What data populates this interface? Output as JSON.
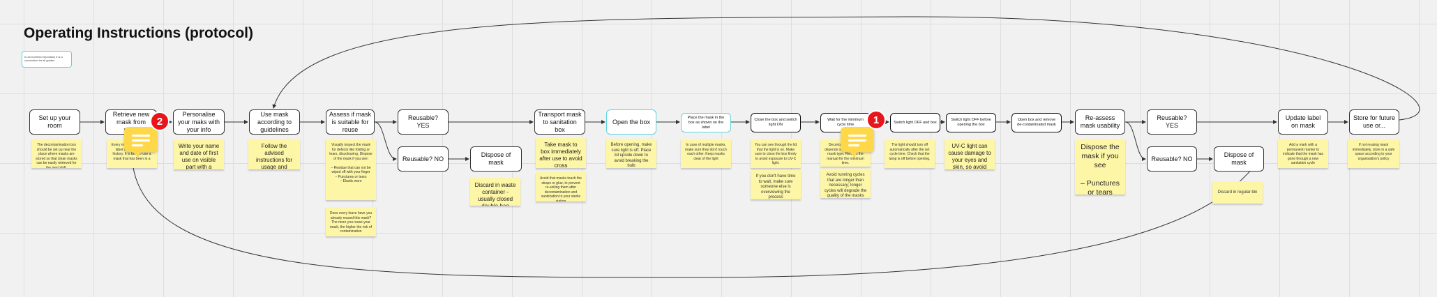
{
  "board": {
    "title": "Operating Instructions (protocol)",
    "tag_note": "In an Ironmind repository it is a convention for all guides"
  },
  "steps": [
    {
      "id": "setup",
      "label": "Set up your room"
    },
    {
      "id": "retrieve",
      "label": "Retrieve new mask from stock"
    },
    {
      "id": "personalise",
      "label": "Personalise your maks with your info"
    },
    {
      "id": "use",
      "label": "Use mask according to guidelines"
    },
    {
      "id": "assess",
      "label": "Assess if mask is suitable for reuse"
    },
    {
      "id": "reusable_yes",
      "label": "Reusable? YES"
    },
    {
      "id": "reusable_no",
      "label": "Reusable? NO"
    },
    {
      "id": "dispose1",
      "label": "Dispose of mask"
    },
    {
      "id": "transport",
      "label": "Transport mask to sanitation box"
    },
    {
      "id": "openbox",
      "label": "Open the box"
    },
    {
      "id": "placemask",
      "label": "Place the mask in the box as shown on the label"
    },
    {
      "id": "closebox",
      "label": "Close the box and switch light ON"
    },
    {
      "id": "wait",
      "label": "Wait for the minimum cycle time"
    },
    {
      "id": "lightoff",
      "label": "Switch light OFF and box"
    },
    {
      "id": "switchoff",
      "label": "Switch light OFF before opening the box"
    },
    {
      "id": "openremove",
      "label": "Open box and remove de-contaminated mask"
    },
    {
      "id": "reassess",
      "label": "Re-assess mask usability"
    },
    {
      "id": "reusable_yes2",
      "label": "Reusable? YES"
    },
    {
      "id": "reusable_no2",
      "label": "Reusable? NO"
    },
    {
      "id": "dispose2",
      "label": "Dispose of mask"
    },
    {
      "id": "update",
      "label": "Update label on mask"
    },
    {
      "id": "store",
      "label": "Store for future use or..."
    }
  ],
  "notes": {
    "setup": "The decontamination box should be set up near the place where masks are stored so that clean masks can be easily retrieved for the next shift.",
    "retrieve": "Every mask should have a label on its sanitation history. It is best to use a mask that has been in a",
    "personalise": "Write your name and date of first use on visible part with a permanent marker",
    "use": "Follow the advised instructions for usage and removal of your mask",
    "assess": "Visually inspect the mask for defects like folding or tears, discolouring. Dispose of the mask if you see:\n\n– Residue that can not be wiped off with your finger\n– Punctures or tears\n– Elastic worn",
    "assess2": "Does every leave have you already reused this mask? The more you reuse your mask, the higher the risk of contamination",
    "transport": "Take mask to  box immediately after use to avoid cross contamination",
    "transport2": "Avoid that masks touch the straps or glue, to prevent re-soiling them after decontamination and sanitization to your sterile station",
    "dispose1": "Discard in waste container - usually closed double bag",
    "openbox": "Before opening, make sure light is off. Place lid upside down to avoid breaking the bulb",
    "placemask": "In case of multiple masks, make sure they don't touch each other. Keep masks clear of the light",
    "closebox": "You can see through the lid that the light is on. Make sure to close the box firmly to avoid exposure to UV-C light.",
    "closebox2": "If you don't have time to wait, make sure someone else is overviewing the process",
    "wait": "Decontamination time depends on the device and mask type. Refer to the manual for the minimum time.",
    "wait2": "Avoid running cycles that are longer than necessary; longer cycles will degrade the quality of the masks",
    "lightoff": "The light should turn off automatically after the set cycle time. Check that the lamp is off before opening.",
    "switchoff": "UV-C light can cause damage to your eyes and skin, so avoid direct contact",
    "reassess": "Dispose the mask if you see\n\n– Punctures or tears\n– Loose fitting when in face",
    "dispose2": "Discard in regular bin",
    "update": "Add a mark with a permanent marker to indicate that the mask has gone through a new sanitation cycle",
    "store": "If not reusing mask immediately, store in a safe space according to your organisation's policy"
  },
  "comments": [
    {
      "id": "c1",
      "count": "1"
    },
    {
      "id": "c2",
      "count": "2"
    }
  ],
  "colors": {
    "sticky": "#fdf6a6",
    "accent_cyan": "#5fd3dc",
    "badge": "#e8151b",
    "comment": "#ffd84a"
  },
  "icons": [
    "comment-icon",
    "arrow-icon"
  ]
}
